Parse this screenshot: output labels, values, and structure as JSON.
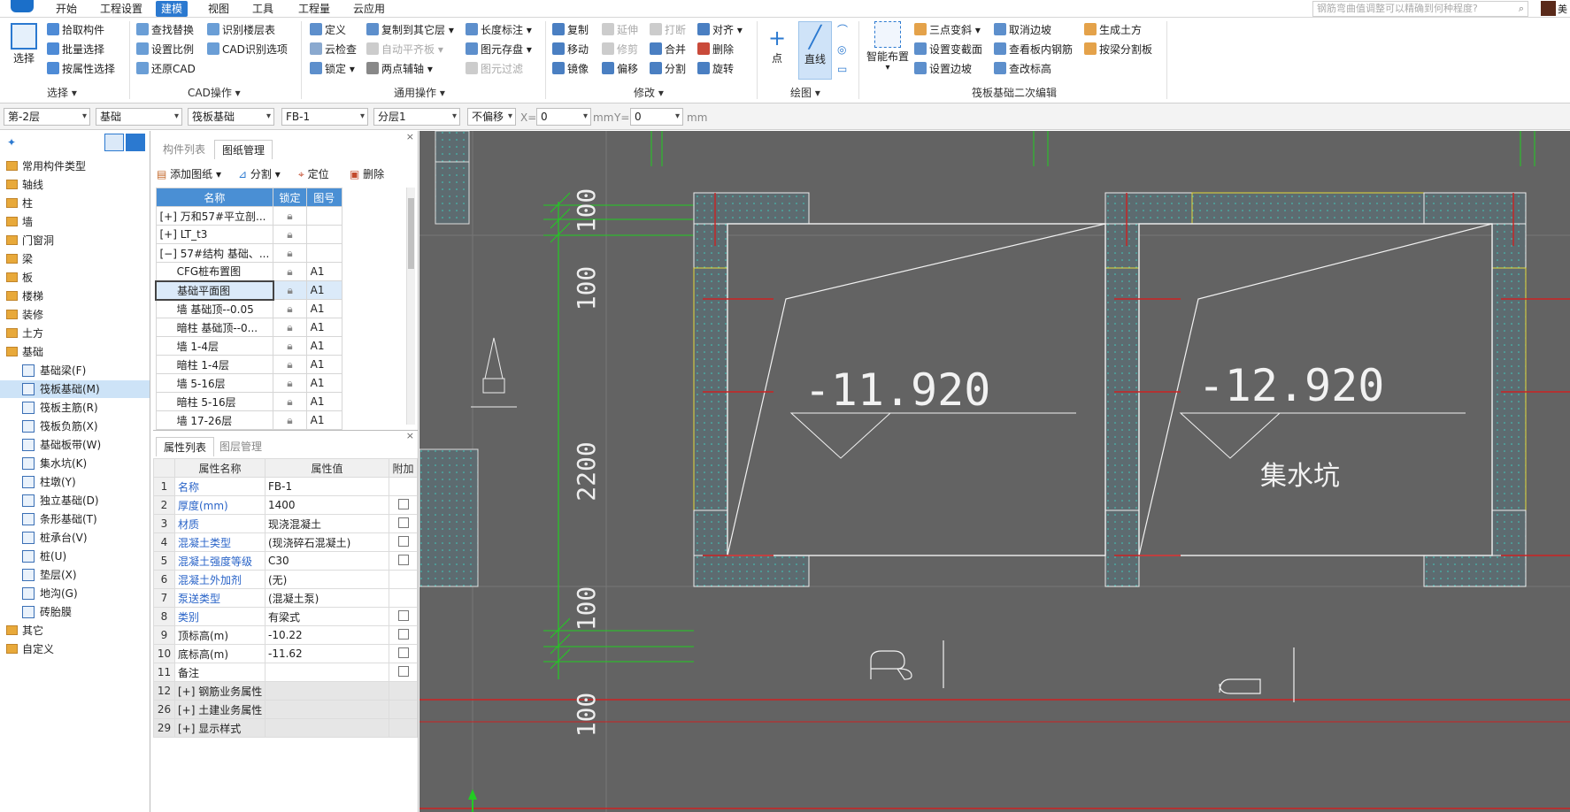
{
  "menu": {
    "tabs": [
      "开始",
      "工程设置",
      "建模",
      "视图",
      "工具",
      "工程量",
      "云应用"
    ],
    "active_tab": "建模",
    "search_placeholder": "钢筋弯曲值调整可以精确到何种程度?",
    "user_name": "美"
  },
  "ribbon": {
    "select_group": {
      "label": "选择",
      "big_button": "选择",
      "items": [
        "拾取构件",
        "批量选择",
        "按属性选择"
      ]
    },
    "cad_group": {
      "label": "CAD操作",
      "items": [
        "查找替换",
        "识别楼层表",
        "设置比例",
        "CAD识别选项",
        "还原CAD"
      ]
    },
    "common_group": {
      "label": "通用操作",
      "items": [
        "定义",
        "复制到其它层",
        "长度标注",
        "云检查",
        "自动平齐板",
        "图元存盘",
        "锁定",
        "两点辅轴",
        "图元过滤"
      ]
    },
    "modify_group": {
      "label": "修改",
      "items": [
        "复制",
        "延伸",
        "打断",
        "对齐",
        "移动",
        "修剪",
        "合并",
        "删除",
        "镜像",
        "偏移",
        "分割",
        "旋转"
      ]
    },
    "draw_group": {
      "label": "绘图",
      "items": [
        "点",
        "直线"
      ]
    },
    "raft_group": {
      "label": "筏板基础二次编辑",
      "smart_button": "智能布置",
      "items": [
        "三点变斜",
        "取消边坡",
        "生成土方",
        "设置变截面",
        "查看板内钢筋",
        "按梁分割板",
        "设置边坡",
        "查改标高"
      ]
    }
  },
  "toolbar": {
    "floor": "第-2层",
    "category": "基础",
    "type": "筏板基础",
    "name": "FB-1",
    "layer": "分层1",
    "offset": "不偏移",
    "x_label": "X=",
    "x_value": "0",
    "y_label": "Y=",
    "y_value": "0",
    "unit": "mm"
  },
  "tree": {
    "folders_top": [
      "常用构件类型",
      "轴线",
      "柱",
      "墙",
      "门窗洞",
      "梁",
      "板",
      "楼梯",
      "装修",
      "土方",
      "基础"
    ],
    "foundation_items": [
      "基础梁(F)",
      "筏板基础(M)",
      "筏板主筋(R)",
      "筏板负筋(X)",
      "基础板带(W)",
      "集水坑(K)",
      "柱墩(Y)",
      "独立基础(D)",
      "条形基础(T)",
      "桩承台(V)",
      "桩(U)",
      "垫层(X)",
      "地沟(G)",
      "砖胎膜"
    ],
    "folders_bottom": [
      "其它",
      "自定义"
    ],
    "selected": "筏板基础(M)"
  },
  "drawings": {
    "tabs": [
      "构件列表",
      "图纸管理"
    ],
    "active_tab": "图纸管理",
    "tools": [
      "添加图纸",
      "分割",
      "定位",
      "删除"
    ],
    "headers": [
      "名称",
      "锁定",
      "图号"
    ],
    "rows": [
      {
        "expander": "+",
        "name": "万和57#平立剖...",
        "code": ""
      },
      {
        "expander": "+",
        "name": "LT_t3",
        "code": ""
      },
      {
        "expander": "−",
        "name": "57#结构 基础、...",
        "code": ""
      },
      {
        "expander": "",
        "name": "CFG桩布置图",
        "code": "A1"
      },
      {
        "expander": "",
        "name": "基础平面图",
        "code": "A1"
      },
      {
        "expander": "",
        "name": "墙 基础顶--0.05",
        "code": "A1"
      },
      {
        "expander": "",
        "name": "暗柱 基础顶--0...",
        "code": "A1"
      },
      {
        "expander": "",
        "name": "墙 1-4层",
        "code": "A1"
      },
      {
        "expander": "",
        "name": "暗柱 1-4层",
        "code": "A1"
      },
      {
        "expander": "",
        "name": "墙 5-16层",
        "code": "A1"
      },
      {
        "expander": "",
        "name": "暗柱 5-16层",
        "code": "A1"
      },
      {
        "expander": "",
        "name": "墙 17-26层",
        "code": "A1"
      }
    ]
  },
  "properties": {
    "tabs": [
      "属性列表",
      "图层管理"
    ],
    "active_tab": "属性列表",
    "headers": [
      "属性名称",
      "属性值",
      "附加"
    ],
    "rows": [
      {
        "no": "1",
        "name": "名称",
        "value": "FB-1",
        "blue": true,
        "check": false
      },
      {
        "no": "2",
        "name": "厚度(mm)",
        "value": "1400",
        "blue": true,
        "check": true
      },
      {
        "no": "3",
        "name": "材质",
        "value": "现浇混凝土",
        "blue": true,
        "check": true
      },
      {
        "no": "4",
        "name": "混凝土类型",
        "value": "(现浇碎石混凝土)",
        "blue": true,
        "check": true
      },
      {
        "no": "5",
        "name": "混凝土强度等级",
        "value": "C30",
        "blue": true,
        "check": true
      },
      {
        "no": "6",
        "name": "混凝土外加剂",
        "value": "(无)",
        "blue": true,
        "check": false
      },
      {
        "no": "7",
        "name": "泵送类型",
        "value": "(混凝土泵)",
        "blue": true,
        "check": false
      },
      {
        "no": "8",
        "name": "类别",
        "value": "有梁式",
        "blue": true,
        "check": true
      },
      {
        "no": "9",
        "name": "顶标高(m)",
        "value": "-10.22",
        "blue": false,
        "check": true
      },
      {
        "no": "10",
        "name": "底标高(m)",
        "value": "-11.62",
        "blue": false,
        "check": true
      },
      {
        "no": "11",
        "name": "备注",
        "value": "",
        "blue": false,
        "check": true
      },
      {
        "no": "12",
        "name": "钢筋业务属性",
        "value": "",
        "group": true
      },
      {
        "no": "26",
        "name": "土建业务属性",
        "value": "",
        "group": true
      },
      {
        "no": "29",
        "name": "显示样式",
        "value": "",
        "group": true
      }
    ]
  },
  "canvas": {
    "dims": [
      "100",
      "100",
      "2200",
      "100",
      "100"
    ],
    "elev_left": "-11.920",
    "elev_right": "-12.920",
    "pit_label": "集水坑"
  }
}
